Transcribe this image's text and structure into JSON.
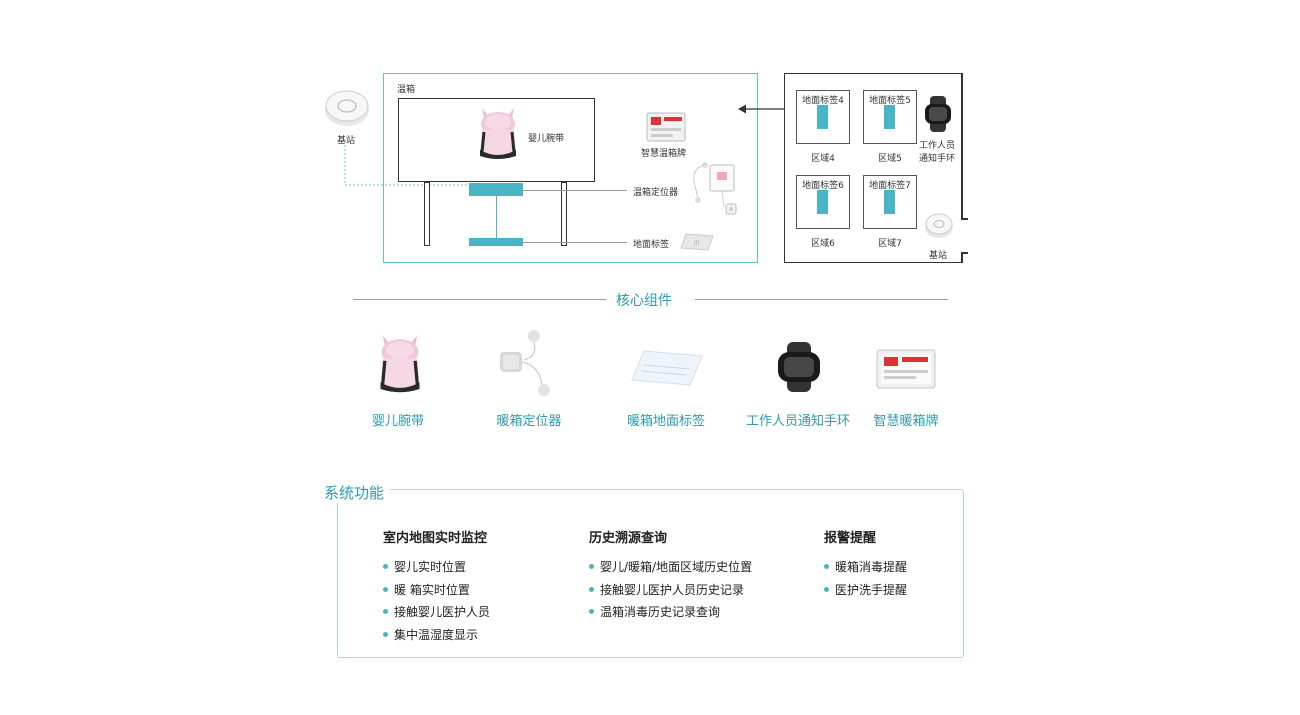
{
  "diagram": {
    "incubator_label": "温箱",
    "base_station_left": "基站",
    "baby_band_label": "婴儿腕带",
    "smart_card_label": "智慧温箱牌",
    "locator_label": "温箱定位器",
    "floor_tag_label": "地面标签",
    "zones": [
      {
        "tag": "地面标签4",
        "area": "区域4"
      },
      {
        "tag": "地面标签5",
        "area": "区域5"
      },
      {
        "tag": "地面标签6",
        "area": "区域6"
      },
      {
        "tag": "地面标签7",
        "area": "区域7"
      }
    ],
    "staff_band_line1": "工作人员",
    "staff_band_line2": "通知手环",
    "base_station_right": "基站"
  },
  "core_components": {
    "title": "核心组件",
    "items": [
      {
        "label": "婴儿腕带",
        "icon": "baby-wristband-icon"
      },
      {
        "label": "暖箱定位器",
        "icon": "incubator-locator-icon"
      },
      {
        "label": "暖箱地面标签",
        "icon": "floor-tag-icon"
      },
      {
        "label": "工作人员通知手环",
        "icon": "staff-band-icon"
      },
      {
        "label": "智慧暖箱牌",
        "icon": "smart-card-icon"
      }
    ]
  },
  "system_functions": {
    "title": "系统功能",
    "columns": [
      {
        "title": "室内地图实时监控",
        "items": [
          "婴儿实时位置",
          "暖 箱实时位置",
          "接触婴儿医护人员",
          "集中温湿度显示"
        ]
      },
      {
        "title": "历史溯源查询",
        "items": [
          "婴儿/暖箱/地面区域历史位置",
          "接触婴儿医护人员历史记录",
          "温箱消毒历史记录查询"
        ]
      },
      {
        "title": "报警提醒",
        "items": [
          "暖箱消毒提醒",
          "医护洗手提醒"
        ]
      }
    ]
  },
  "colors": {
    "accent": "#47b5c4",
    "frame": "#5fc3c9",
    "label_text": "#2d9bb0"
  }
}
